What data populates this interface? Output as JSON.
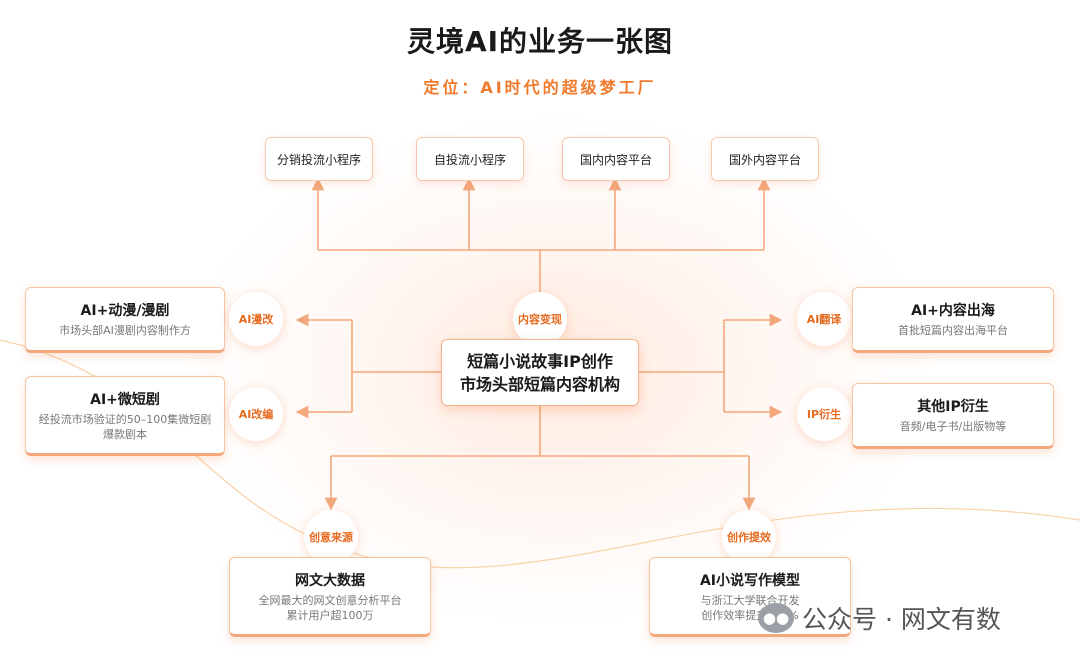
{
  "title": "灵境AI的业务一张图",
  "subtitle": "定位：AI时代的超级梦工厂",
  "top_channels": [
    "分销投流小程序",
    "自投流小程序",
    "国内内容平台",
    "国外内容平台"
  ],
  "monetize_label": "内容变现",
  "center": {
    "line1": "短篇小说故事IP创作",
    "line2": "市场头部短篇内容机构"
  },
  "left": [
    {
      "bubble": "AI漫改",
      "title": "AI+动漫/漫剧",
      "desc": "市场头部AI漫剧内容制作方"
    },
    {
      "bubble": "AI改编",
      "title": "AI+微短剧",
      "desc": "经投流市场验证的50–100集微短剧爆款剧本"
    }
  ],
  "right": [
    {
      "bubble": "AI翻译",
      "title": "AI+内容出海",
      "desc": "首批短篇内容出海平台"
    },
    {
      "bubble": "IP衍生",
      "title": "其他IP衍生",
      "desc": "音频/电子书/出版物等"
    }
  ],
  "bottom": [
    {
      "bubble": "创意来源",
      "title": "网文大数据",
      "desc1": "全网最大的网文创意分析平台",
      "desc2": "累计用户超100万"
    },
    {
      "bubble": "创作提效",
      "title": "AI小说写作模型",
      "desc1": "与浙江大学联合开发",
      "desc2": "创作效率提升300%"
    }
  ],
  "watermark": {
    "icon": "wechat-icon",
    "text": "公众号 · 网文有数"
  },
  "colors": {
    "accent": "#f07a2c",
    "line": "#f3a87c"
  }
}
